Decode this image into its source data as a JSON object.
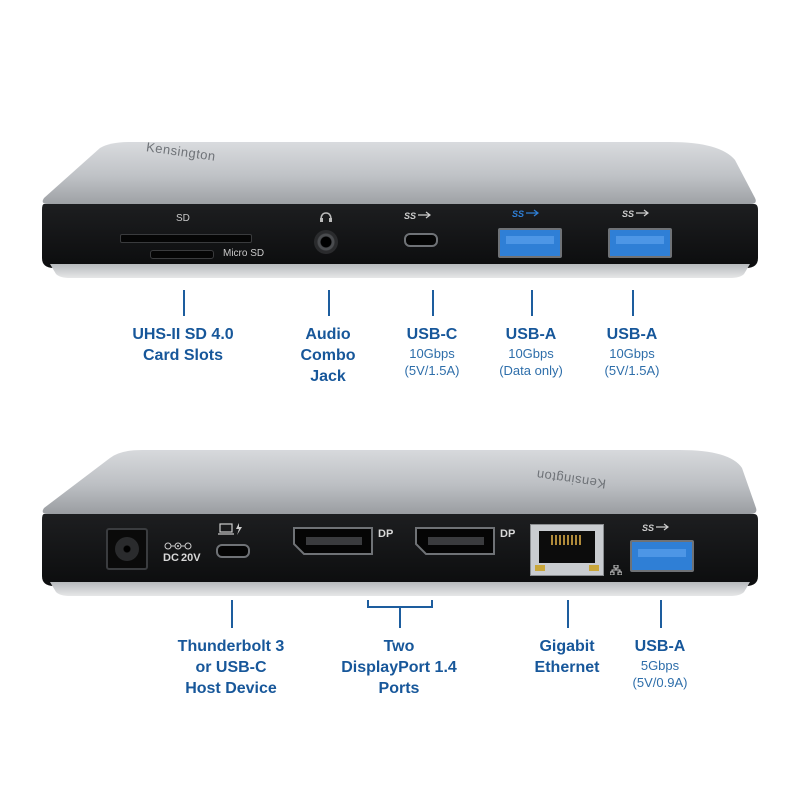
{
  "front": {
    "brand": "Kensington",
    "port_labels": {
      "sd": "SD",
      "micro_sd": "Micro SD"
    },
    "callouts": [
      {
        "id": "sd",
        "title_lines": [
          "UHS-II SD 4.0",
          "Card Slots"
        ],
        "sub_lines": []
      },
      {
        "id": "audio",
        "title_lines": [
          "Audio",
          "Combo",
          "Jack"
        ],
        "sub_lines": []
      },
      {
        "id": "usbc",
        "title_lines": [
          "USB-C"
        ],
        "sub_lines": [
          "10Gbps",
          "(5V/1.5A)"
        ]
      },
      {
        "id": "usba1",
        "title_lines": [
          "USB-A"
        ],
        "sub_lines": [
          "10Gbps",
          "(Data only)"
        ]
      },
      {
        "id": "usba2",
        "title_lines": [
          "USB-A"
        ],
        "sub_lines": [
          "10Gbps",
          "(5V/1.5A)"
        ]
      }
    ]
  },
  "back": {
    "brand": "Kensington",
    "port_labels": {
      "dc": "DC",
      "volt": "20V",
      "dp1": "DP",
      "dp2": "DP"
    },
    "callouts": [
      {
        "id": "tb3",
        "title_lines": [
          "Thunderbolt 3",
          "or USB-C",
          "Host Device"
        ],
        "sub_lines": []
      },
      {
        "id": "dp",
        "title_lines": [
          "Two",
          "DisplayPort 1.4",
          "Ports"
        ],
        "sub_lines": []
      },
      {
        "id": "eth",
        "title_lines": [
          "Gigabit",
          "Ethernet"
        ],
        "sub_lines": []
      },
      {
        "id": "usba",
        "title_lines": [
          "USB-A"
        ],
        "sub_lines": [
          "5Gbps",
          "(5V/0.9A)"
        ]
      }
    ]
  },
  "colors": {
    "callout_blue": "#17579a",
    "usb3_blue": "#2f7fd6",
    "shell_silver": "#c3c6ca",
    "face_black": "#141516"
  }
}
